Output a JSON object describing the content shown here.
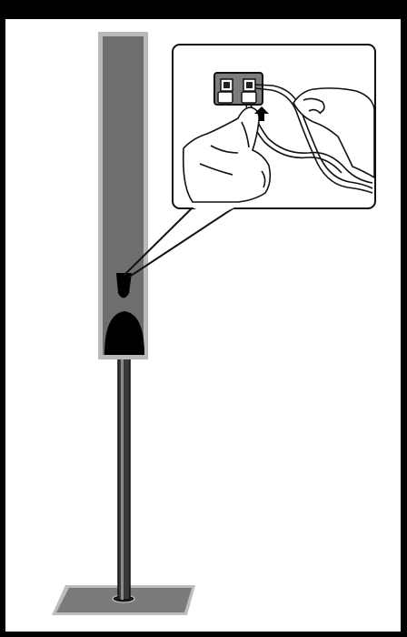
{
  "illustration": {
    "subject": "speaker-stand-wire-connection",
    "colors": {
      "frame": "#000000",
      "background": "#ffffff",
      "cabinet_fill": "#6e6e6e",
      "cabinet_edge": "#b9b9b9",
      "base_fill": "#7a7a7a",
      "base_edge": "#bdbdbd",
      "pole_fill": "#3a3a3a",
      "shadow": "#000000",
      "terminal_fill": "#7d7d7d",
      "hand_fill": "#ffffff",
      "line": "#111111"
    },
    "icons": [
      "speaker-tower",
      "stand-pole",
      "stand-base",
      "zoom-callout",
      "speaker-terminal",
      "hand",
      "speaker-wire",
      "insert-arrow"
    ]
  }
}
